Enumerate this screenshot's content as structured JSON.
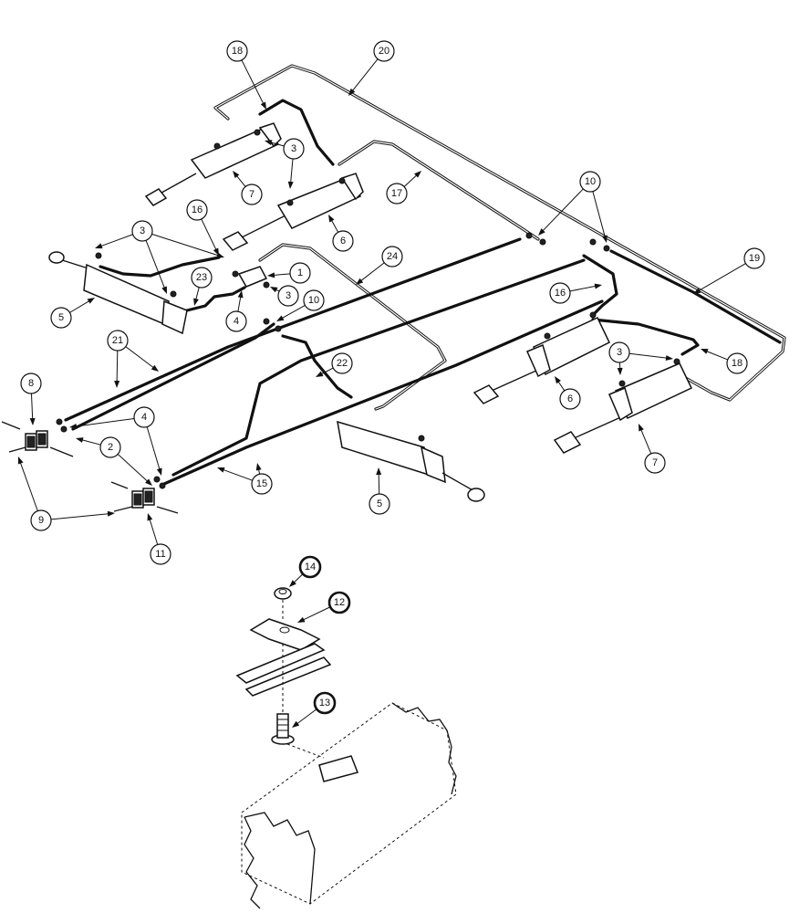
{
  "callouts": [
    {
      "id": "c18a",
      "label": "18"
    },
    {
      "id": "c20",
      "label": "20"
    },
    {
      "id": "c3a",
      "label": "3"
    },
    {
      "id": "c7a",
      "label": "7"
    },
    {
      "id": "c17",
      "label": "17"
    },
    {
      "id": "c10a",
      "label": "10"
    },
    {
      "id": "c6a",
      "label": "6"
    },
    {
      "id": "c3b",
      "label": "3"
    },
    {
      "id": "c16a",
      "label": "16"
    },
    {
      "id": "c24",
      "label": "24"
    },
    {
      "id": "c19",
      "label": "19"
    },
    {
      "id": "c1",
      "label": "1"
    },
    {
      "id": "c23",
      "label": "23"
    },
    {
      "id": "c3c",
      "label": "3"
    },
    {
      "id": "c5a",
      "label": "5"
    },
    {
      "id": "c4a",
      "label": "4"
    },
    {
      "id": "c10b",
      "label": "10"
    },
    {
      "id": "c16b",
      "label": "16"
    },
    {
      "id": "c21",
      "label": "21"
    },
    {
      "id": "c3d",
      "label": "3"
    },
    {
      "id": "c18b",
      "label": "18"
    },
    {
      "id": "c22",
      "label": "22"
    },
    {
      "id": "c8",
      "label": "8"
    },
    {
      "id": "c6b",
      "label": "6"
    },
    {
      "id": "c4b",
      "label": "4"
    },
    {
      "id": "c2",
      "label": "2"
    },
    {
      "id": "c7b",
      "label": "7"
    },
    {
      "id": "c15",
      "label": "15"
    },
    {
      "id": "c5b",
      "label": "5"
    },
    {
      "id": "c9",
      "label": "9"
    },
    {
      "id": "c11",
      "label": "11"
    },
    {
      "id": "c14",
      "label": "14",
      "bold": true
    },
    {
      "id": "c12",
      "label": "12",
      "bold": true
    },
    {
      "id": "c13",
      "label": "13",
      "bold": true
    }
  ]
}
